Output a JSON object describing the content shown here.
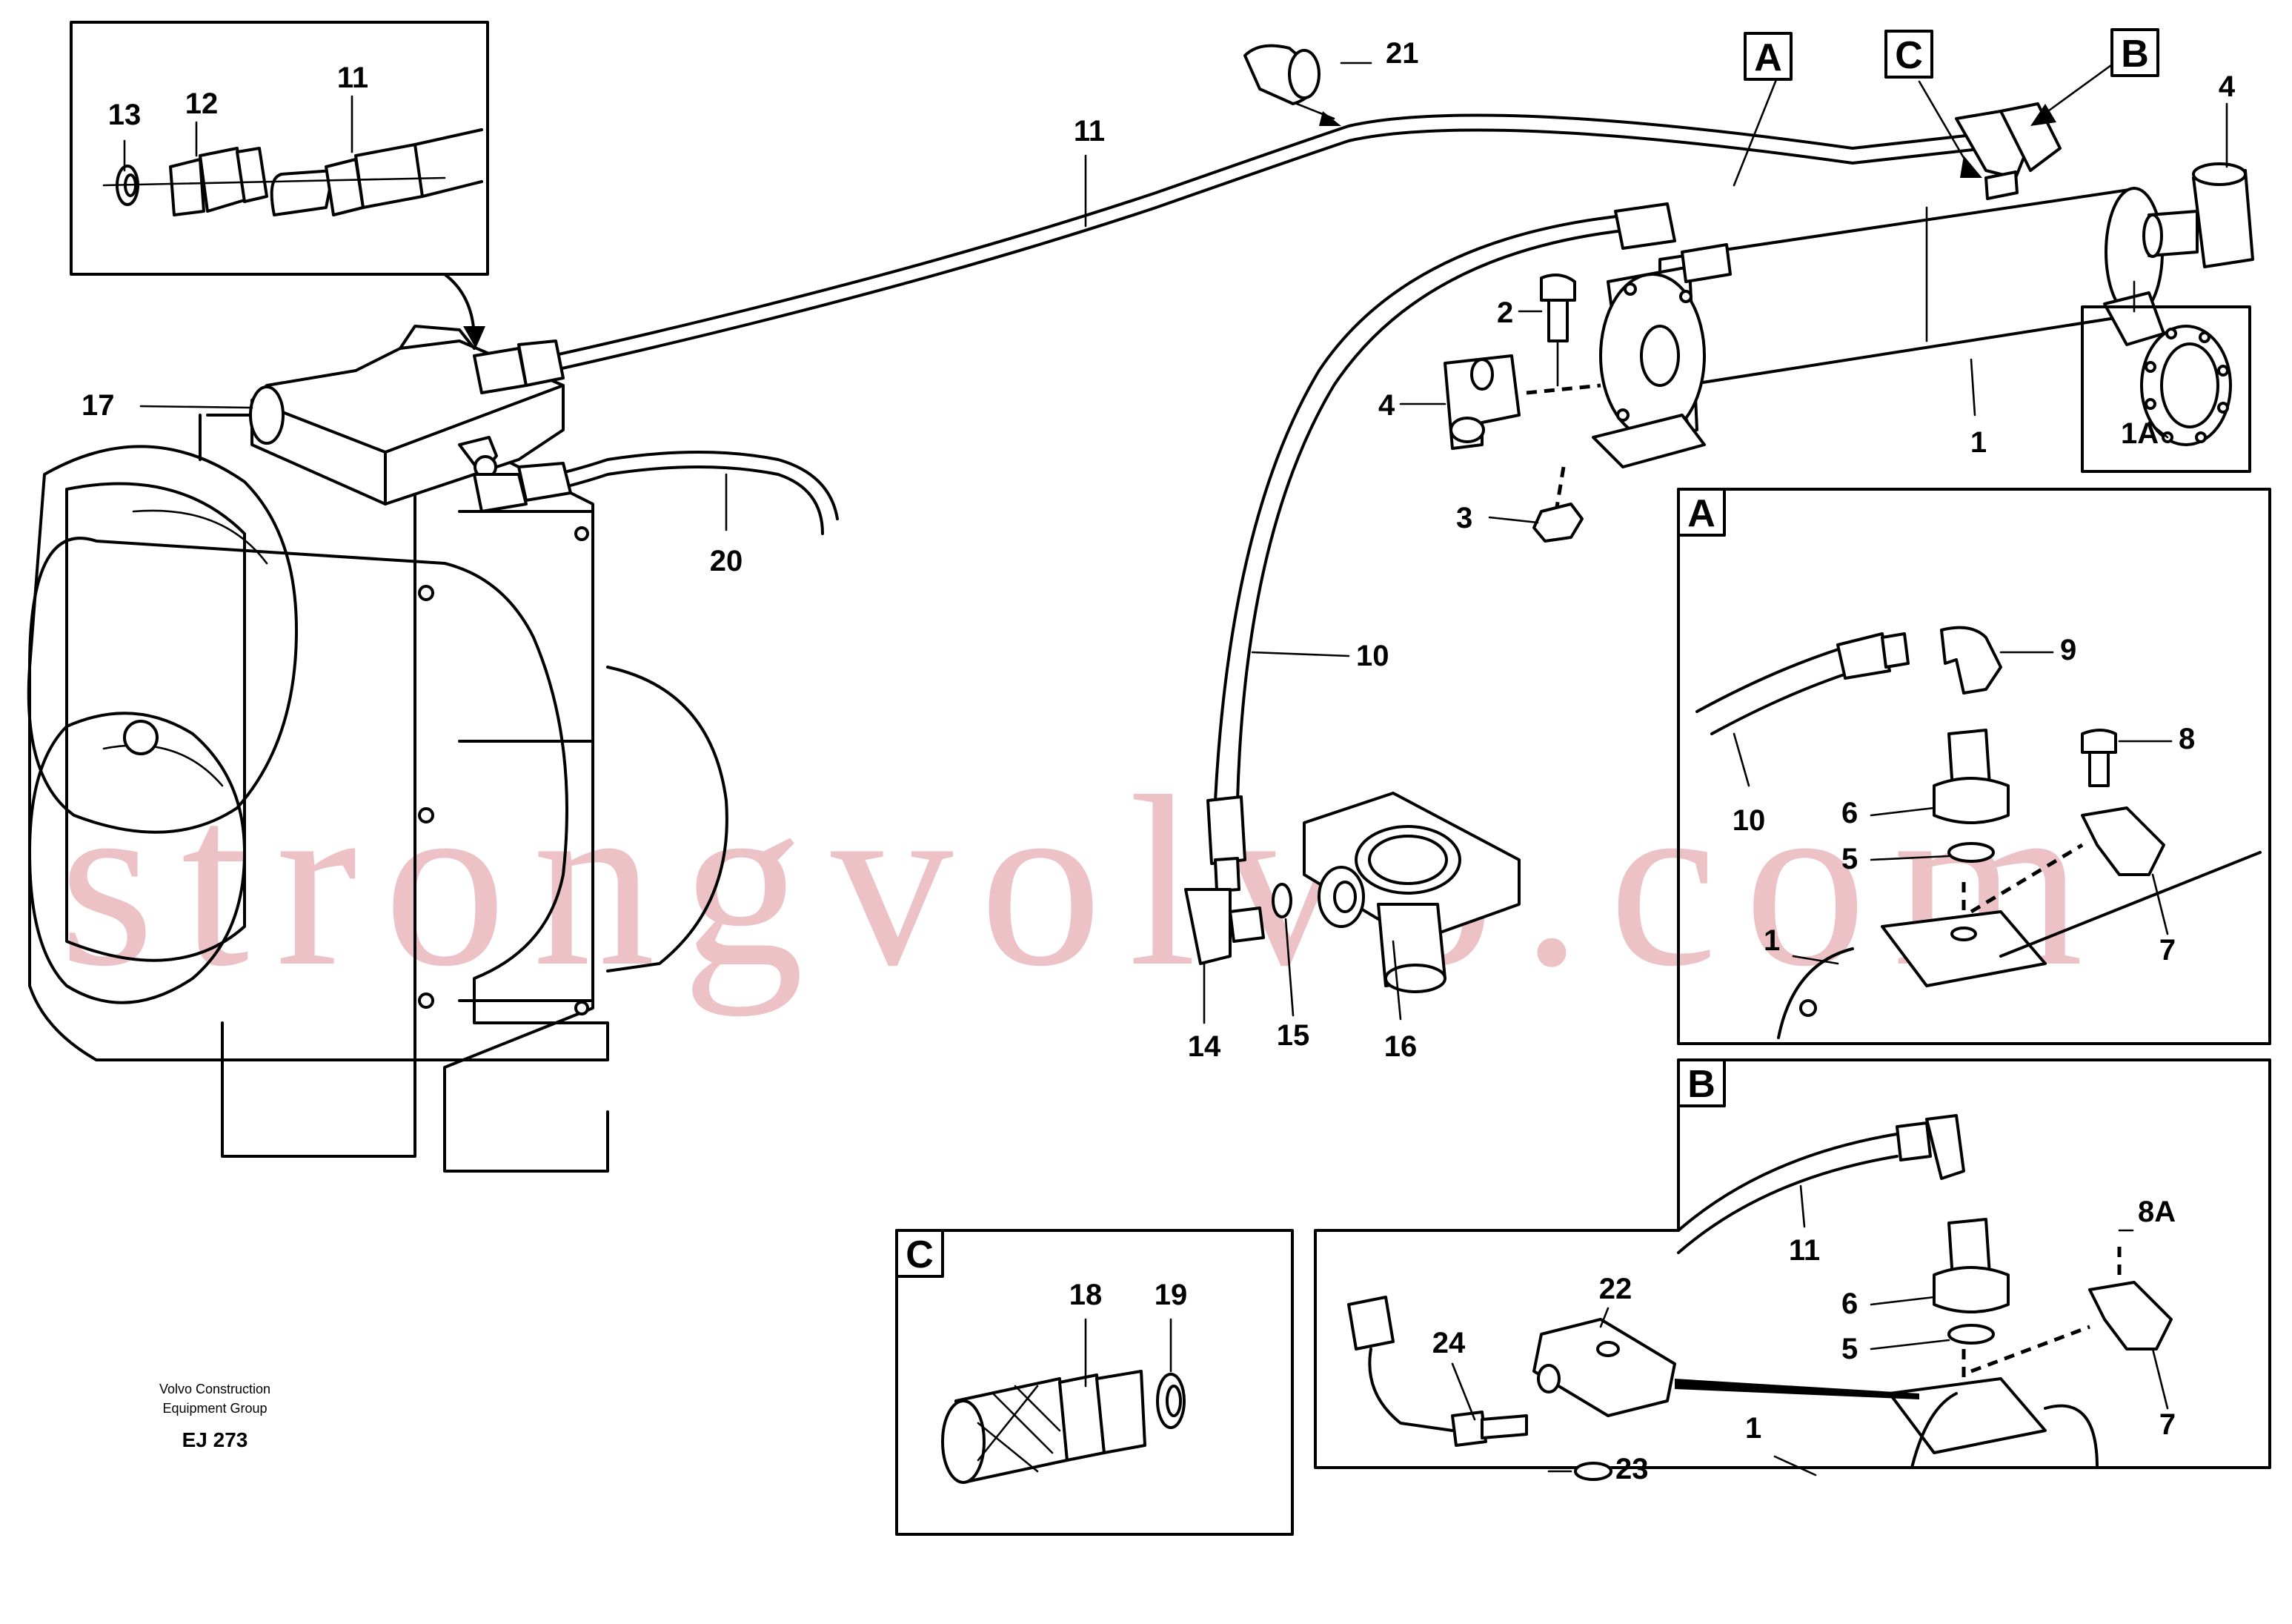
{
  "callouts": [
    {
      "id": "c13",
      "text": "13"
    },
    {
      "id": "c12",
      "text": "12"
    },
    {
      "id": "c11a",
      "text": "11"
    },
    {
      "id": "c11b",
      "text": "11"
    },
    {
      "id": "c21",
      "text": "21"
    },
    {
      "id": "c4a",
      "text": "4"
    },
    {
      "id": "c2",
      "text": "2"
    },
    {
      "id": "c4b",
      "text": "4"
    },
    {
      "id": "c3",
      "text": "3"
    },
    {
      "id": "c1",
      "text": "1"
    },
    {
      "id": "c1A",
      "text": "1A"
    },
    {
      "id": "c17",
      "text": "17"
    },
    {
      "id": "c20",
      "text": "20"
    },
    {
      "id": "c10",
      "text": "10"
    },
    {
      "id": "c14",
      "text": "14"
    },
    {
      "id": "c15",
      "text": "15"
    },
    {
      "id": "c16",
      "text": "16"
    },
    {
      "id": "cA9",
      "text": "9"
    },
    {
      "id": "cA8",
      "text": "8"
    },
    {
      "id": "cA10",
      "text": "10"
    },
    {
      "id": "cA6",
      "text": "6"
    },
    {
      "id": "cA5",
      "text": "5"
    },
    {
      "id": "cA1",
      "text": "1"
    },
    {
      "id": "cA7",
      "text": "7"
    },
    {
      "id": "cB11",
      "text": "11"
    },
    {
      "id": "cB8A",
      "text": "8A"
    },
    {
      "id": "cB22",
      "text": "22"
    },
    {
      "id": "cB24",
      "text": "24"
    },
    {
      "id": "cB6",
      "text": "6"
    },
    {
      "id": "cB5",
      "text": "5"
    },
    {
      "id": "cB1",
      "text": "1"
    },
    {
      "id": "cB23",
      "text": "23"
    },
    {
      "id": "cB7",
      "text": "7"
    },
    {
      "id": "cC18",
      "text": "18"
    },
    {
      "id": "cC19",
      "text": "19"
    }
  ],
  "section_markers": {
    "top_A": "A",
    "top_C": "C",
    "top_B": "B",
    "detail_A": "A",
    "detail_B": "B",
    "detail_C": "C"
  },
  "footer": {
    "line1": "Volvo Construction",
    "line2": "Equipment Group",
    "code": "EJ 273"
  },
  "watermark": "strongvolvo.com"
}
